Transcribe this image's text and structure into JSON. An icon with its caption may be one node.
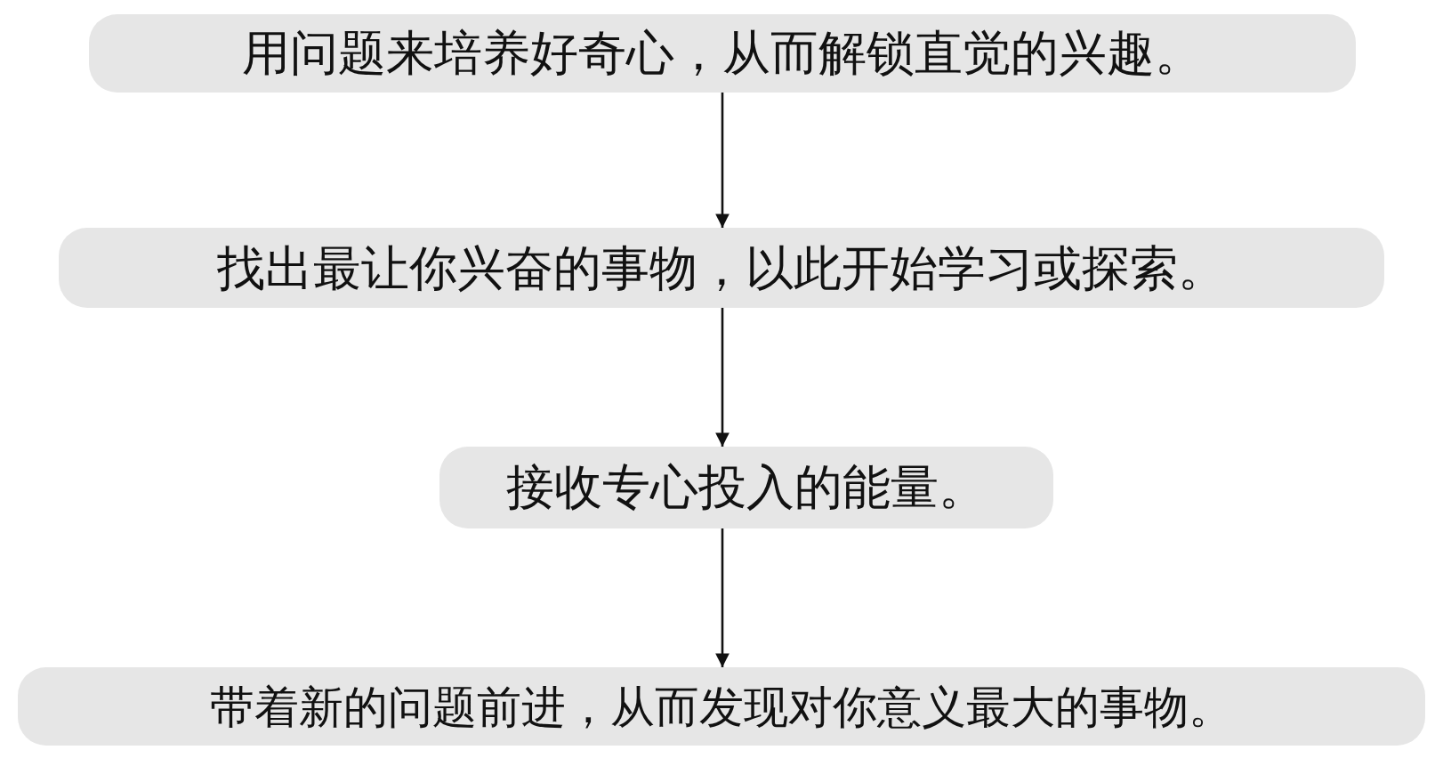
{
  "diagram": {
    "nodes": [
      {
        "text": [
          "用问题来培养好奇心，从而解锁直觉的兴趣。"
        ]
      },
      {
        "text": [
          "找出最让你兴奋的事物，以此开始学习或探索。"
        ]
      },
      {
        "text": [
          "接收专心投入的能量。"
        ]
      },
      {
        "text": [
          "带着新的问题前进，从而发现对你意义最大的事物。"
        ]
      }
    ],
    "edges": [
      {
        "from": 0,
        "to": 1,
        "arrow": "to"
      },
      {
        "from": 1,
        "to": 2,
        "arrow": "to"
      },
      {
        "from": 2,
        "to": 3,
        "arrow": "to"
      }
    ]
  }
}
